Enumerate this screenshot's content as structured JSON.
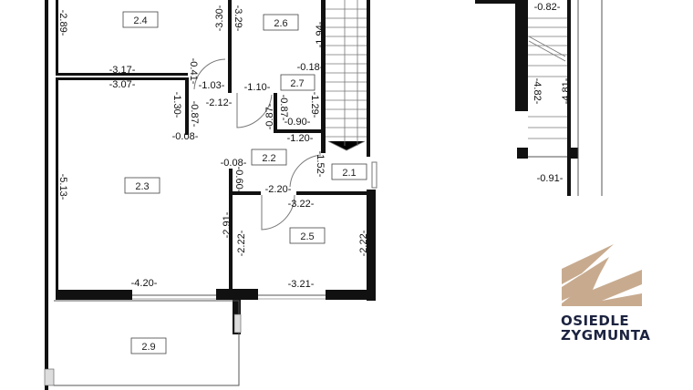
{
  "rooms": [
    "2.4",
    "2.6",
    "2.7",
    "2.2",
    "2.1",
    "2.3",
    "2.5",
    "2.9"
  ],
  "dimensions": {
    "d289": "-2.89-",
    "d330": "-3.30-",
    "d329": "-3.29-",
    "d194": "-1.94-",
    "d018": "-0.18-",
    "d317": "-3.17-",
    "d307": "-3.07-",
    "d041": "-0.41-",
    "d103": "-1.03-",
    "d110": "-1.10-",
    "d212": "-2.12-",
    "d130": "-1.30-",
    "d087a": "-0.87-",
    "d087b": "-0.87-",
    "d087c": "-0.87-",
    "d129": "-1.29-",
    "d090": "-0.90-",
    "d120": "-1.20-",
    "d008a": "-0.08-",
    "d008b": "-0.08-",
    "d060": "-0.60-",
    "d152": "-1.52-",
    "d513": "-5.13-",
    "d220": "-2.20-",
    "d322": "-3.22-",
    "d291": "-2.91-",
    "d222a": "-2.22-",
    "d222b": "-2.22-",
    "d420": "-4.20-",
    "d321": "-3.21-",
    "d082": "-0.82-",
    "d482": "-4.82-",
    "d481": "-4.81-",
    "d091": "-0.91-"
  },
  "logo": {
    "line1": "OSIEDLE",
    "line2": "ZYGMUNTA",
    "text_color": "#1c2340",
    "accent_color": "#c8ab8f"
  }
}
